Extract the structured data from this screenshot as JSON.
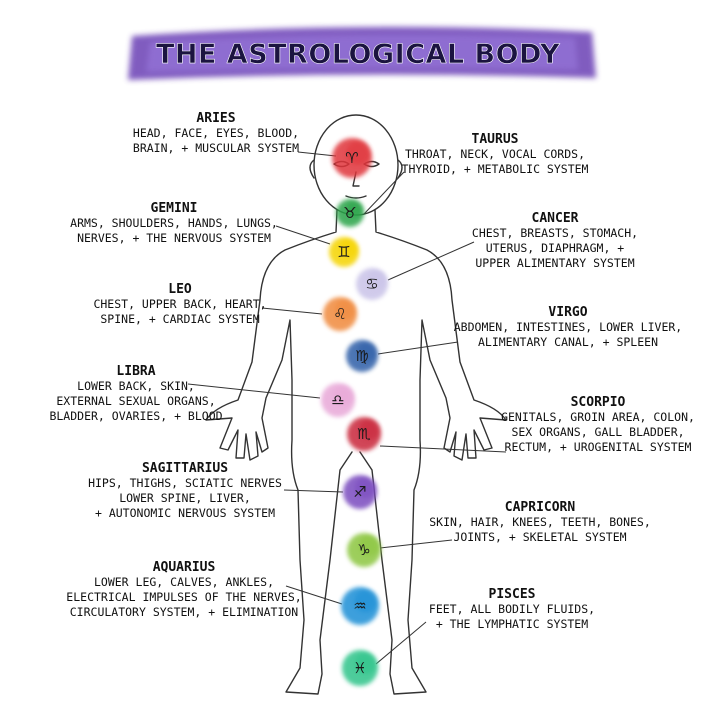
{
  "title": "THE ASTROLOGICAL BODY",
  "colors": {
    "banner": "#6a3fb5",
    "banner_light": "#9b7be0",
    "ink": "#111111"
  },
  "signs": [
    {
      "id": "aries",
      "name": "ARIES",
      "glyph": "♈",
      "color": "#e0363a",
      "lines": [
        "HEAD, FACE, EYES, BLOOD,",
        "BRAIN, + MUSCULAR SYSTEM"
      ]
    },
    {
      "id": "taurus",
      "name": "TAURUS",
      "glyph": "♉",
      "color": "#2ba44a",
      "lines": [
        "THROAT, NECK, VOCAL CORDS,",
        "THYROID, + METABOLIC SYSTEM"
      ]
    },
    {
      "id": "gemini",
      "name": "GEMINI",
      "glyph": "♊",
      "color": "#f5d400",
      "lines": [
        "ARMS, SHOULDERS, HANDS, LUNGS,",
        "NERVES, + THE NERVOUS SYSTEM"
      ]
    },
    {
      "id": "cancer",
      "name": "CANCER",
      "glyph": "♋",
      "color": "#c9c3e8",
      "lines": [
        "CHEST, BREASTS, STOMACH,",
        "UTERUS, DIAPHRAGM, +",
        "UPPER ALIMENTARY SYSTEM"
      ]
    },
    {
      "id": "leo",
      "name": "LEO",
      "glyph": "♌",
      "color": "#f08a3c",
      "lines": [
        "CHEST, UPPER BACK, HEART,",
        "SPINE, + CARDIAC SYSTEM"
      ]
    },
    {
      "id": "virgo",
      "name": "VIRGO",
      "glyph": "♍",
      "color": "#2f5ea8",
      "lines": [
        "ABDOMEN, INTESTINES, LOWER LIVER,",
        "ALIMENTARY CANAL, + SPLEEN"
      ]
    },
    {
      "id": "libra",
      "name": "LIBRA",
      "glyph": "♎",
      "color": "#e8a8d8",
      "lines": [
        "LOWER BACK, SKIN,",
        "EXTERNAL SEXUAL ORGANS,",
        "BLADDER, OVARIES, + BLOOD"
      ]
    },
    {
      "id": "scorpio",
      "name": "SCORPIO",
      "glyph": "♏",
      "color": "#c9283a",
      "lines": [
        "GENITALS, GROIN AREA, COLON,",
        "SEX ORGANS, GALL BLADDER,",
        "RECTUM, + UROGENITAL SYSTEM"
      ]
    },
    {
      "id": "sagittarius",
      "name": "SAGITTARIUS",
      "glyph": "♐",
      "color": "#7a4bbf",
      "lines": [
        "HIPS, THIGHS, SCIATIC NERVES",
        "LOWER SPINE, LIVER,",
        "+ AUTONOMIC NERVOUS SYSTEM"
      ]
    },
    {
      "id": "capricorn",
      "name": "CAPRICORN",
      "glyph": "♑",
      "color": "#8cc63f",
      "lines": [
        "SKIN, HAIR, KNEES, TEETH, BONES,",
        "JOINTS, + SKELETAL SYSTEM"
      ]
    },
    {
      "id": "aquarius",
      "name": "AQUARIUS",
      "glyph": "♒",
      "color": "#1a8fd6",
      "lines": [
        "LOWER LEG, CALVES, ANKLES,",
        "ELECTRICAL IMPULSES OF THE NERVES,",
        "CIRCULATORY SYSTEM, + ELIMINATION"
      ]
    },
    {
      "id": "pisces",
      "name": "PISCES",
      "glyph": "♓",
      "color": "#2ec48a",
      "lines": [
        "FEET, ALL BODILY FLUIDS,",
        "+ THE LYMPHATIC SYSTEM"
      ]
    }
  ]
}
